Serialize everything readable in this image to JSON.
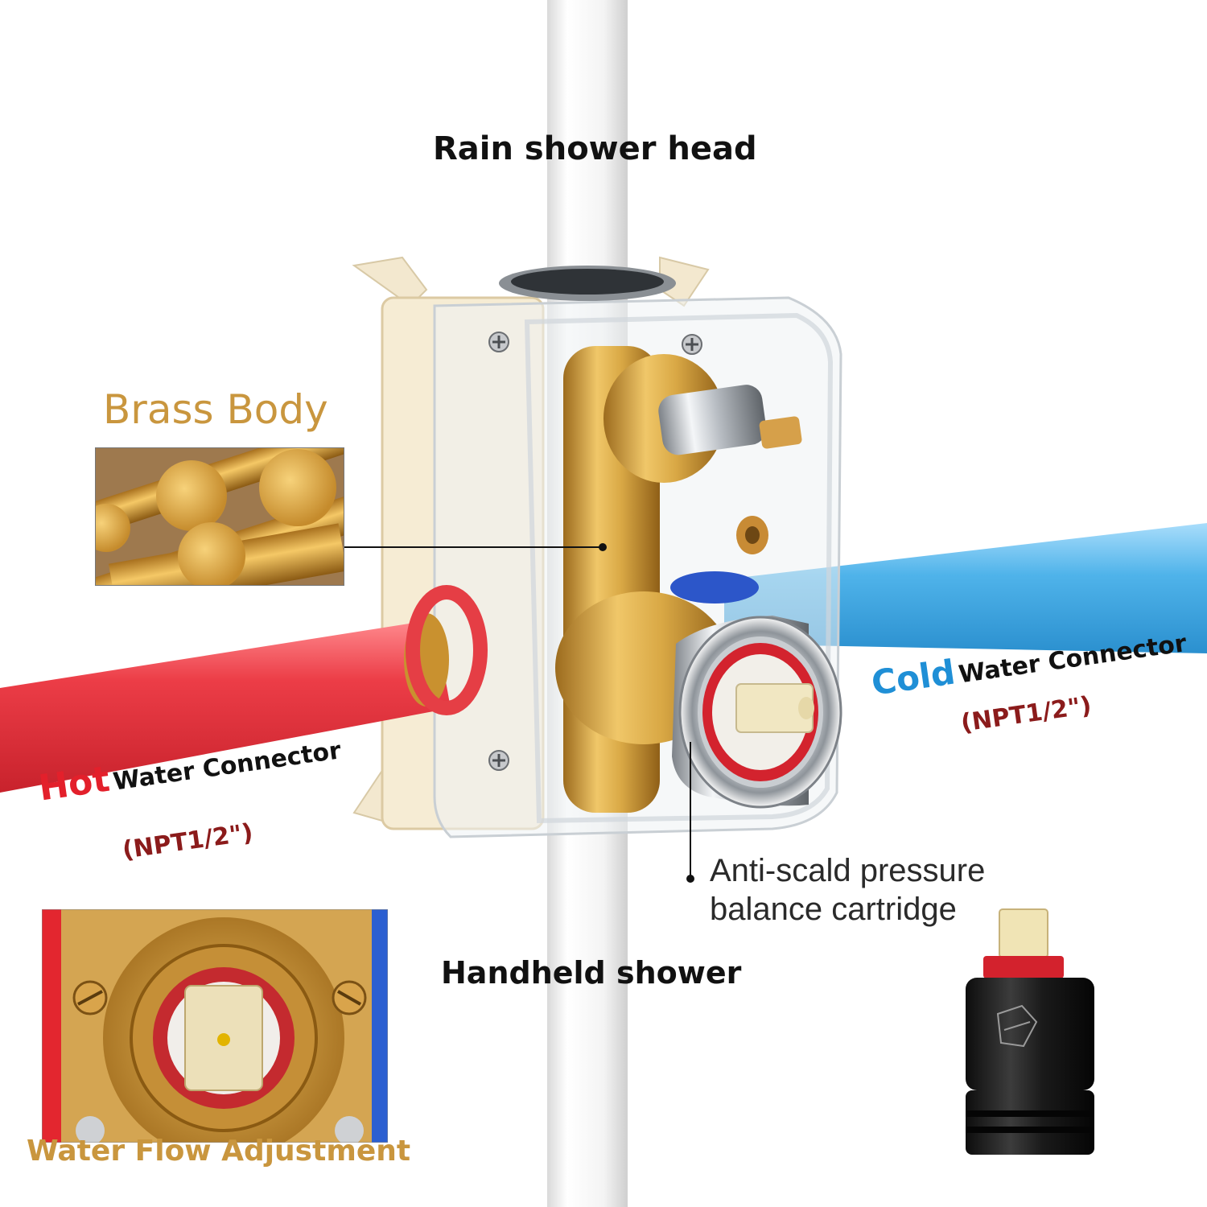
{
  "labels": {
    "rain_shower_head": "Rain shower head",
    "handheld_shower": "Handheld shower",
    "brass_body": "Brass Body",
    "water_flow_adjustment": "Water Flow Adjustment",
    "hot_word": "Hot",
    "cold_word": "Cold",
    "water_connector": "Water Connector",
    "npt_hot": "(NPT1/2\")",
    "npt_cold": "(NPT1/2\")",
    "anti_scald_line1": "Anti-scald pressure",
    "anti_scald_line2": "balance cartridge"
  },
  "colors": {
    "hot": "#e3202b",
    "cold": "#1f8fd6",
    "gold": "#c9963e",
    "npt": "#8b1b1b",
    "hot_pipe": "#e8404a",
    "cold_pipe": "#4fb3ea"
  }
}
